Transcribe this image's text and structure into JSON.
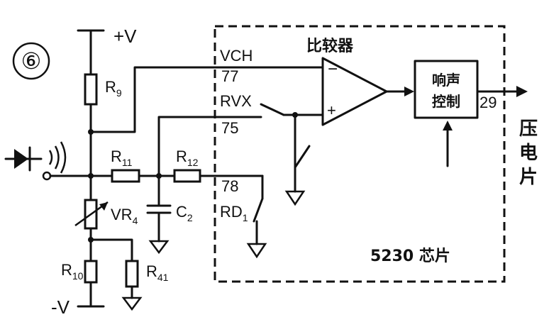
{
  "figure_number": "⑥",
  "supplies": {
    "positive": "+V",
    "negative": "-V"
  },
  "components": {
    "r9": {
      "main": "R",
      "sub": "9"
    },
    "r11": {
      "main": "R",
      "sub": "11"
    },
    "r12": {
      "main": "R",
      "sub": "12"
    },
    "vr4": {
      "main": "VR",
      "sub": "4"
    },
    "c2": {
      "main": "C",
      "sub": "2"
    },
    "r10": {
      "main": "R",
      "sub": "10"
    },
    "r41": {
      "main": "R",
      "sub": "41"
    }
  },
  "chip": {
    "label": "5230 芯片",
    "pins": {
      "vch": "VCH",
      "p77": "77",
      "rvx": "RVX",
      "p75": "75",
      "p78": "78",
      "rd1_main": "RD",
      "rd1_sub": "1",
      "p29": "29"
    },
    "comparator_label": "比较器",
    "comparator_minus": "−",
    "comparator_plus": "+",
    "control_box": [
      "响声",
      "控制"
    ]
  },
  "output_label": [
    "压",
    "电",
    "片"
  ]
}
